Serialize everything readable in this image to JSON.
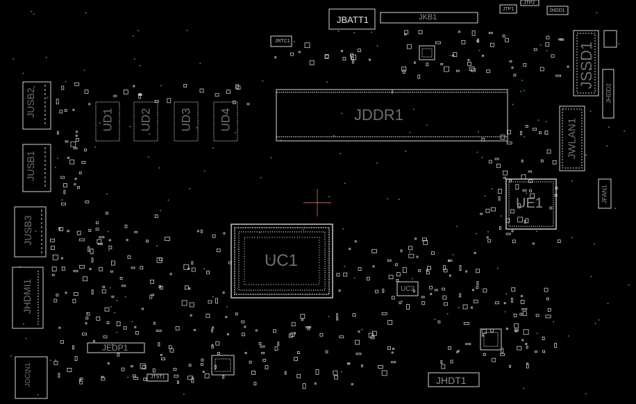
{
  "board": {
    "background": "#000000",
    "outline_color": "#cfcfcf",
    "via_color": "#1fa060",
    "labels": {
      "jbatt": "JBATT1",
      "jkb": "JKB1",
      "jtp1": "JTP1",
      "jtp2": "JTP2",
      "jhdd1": "JHDD1",
      "jrtc": "JRTC1",
      "jssd": "JSSD1",
      "jddr": "JDDR1",
      "jusb2": "JUSB2",
      "jusb1": "JUSB1",
      "jusb3": "JUSB3",
      "jhdmi": "JHDMI1",
      "jdcin": "JDCIN1",
      "ud1": "UD1",
      "ud2": "UD2",
      "ud3": "UD3",
      "ud4": "UD4",
      "uc1": "UC1",
      "uc3": "UC3",
      "ue1": "UE1",
      "jwlan": "JWLAN1",
      "jfan": "JFAN1",
      "jedp": "JEDP1",
      "jhdt": "JHDT1",
      "jtst": "JTST1",
      "jhdd2": "JHDD2"
    }
  }
}
